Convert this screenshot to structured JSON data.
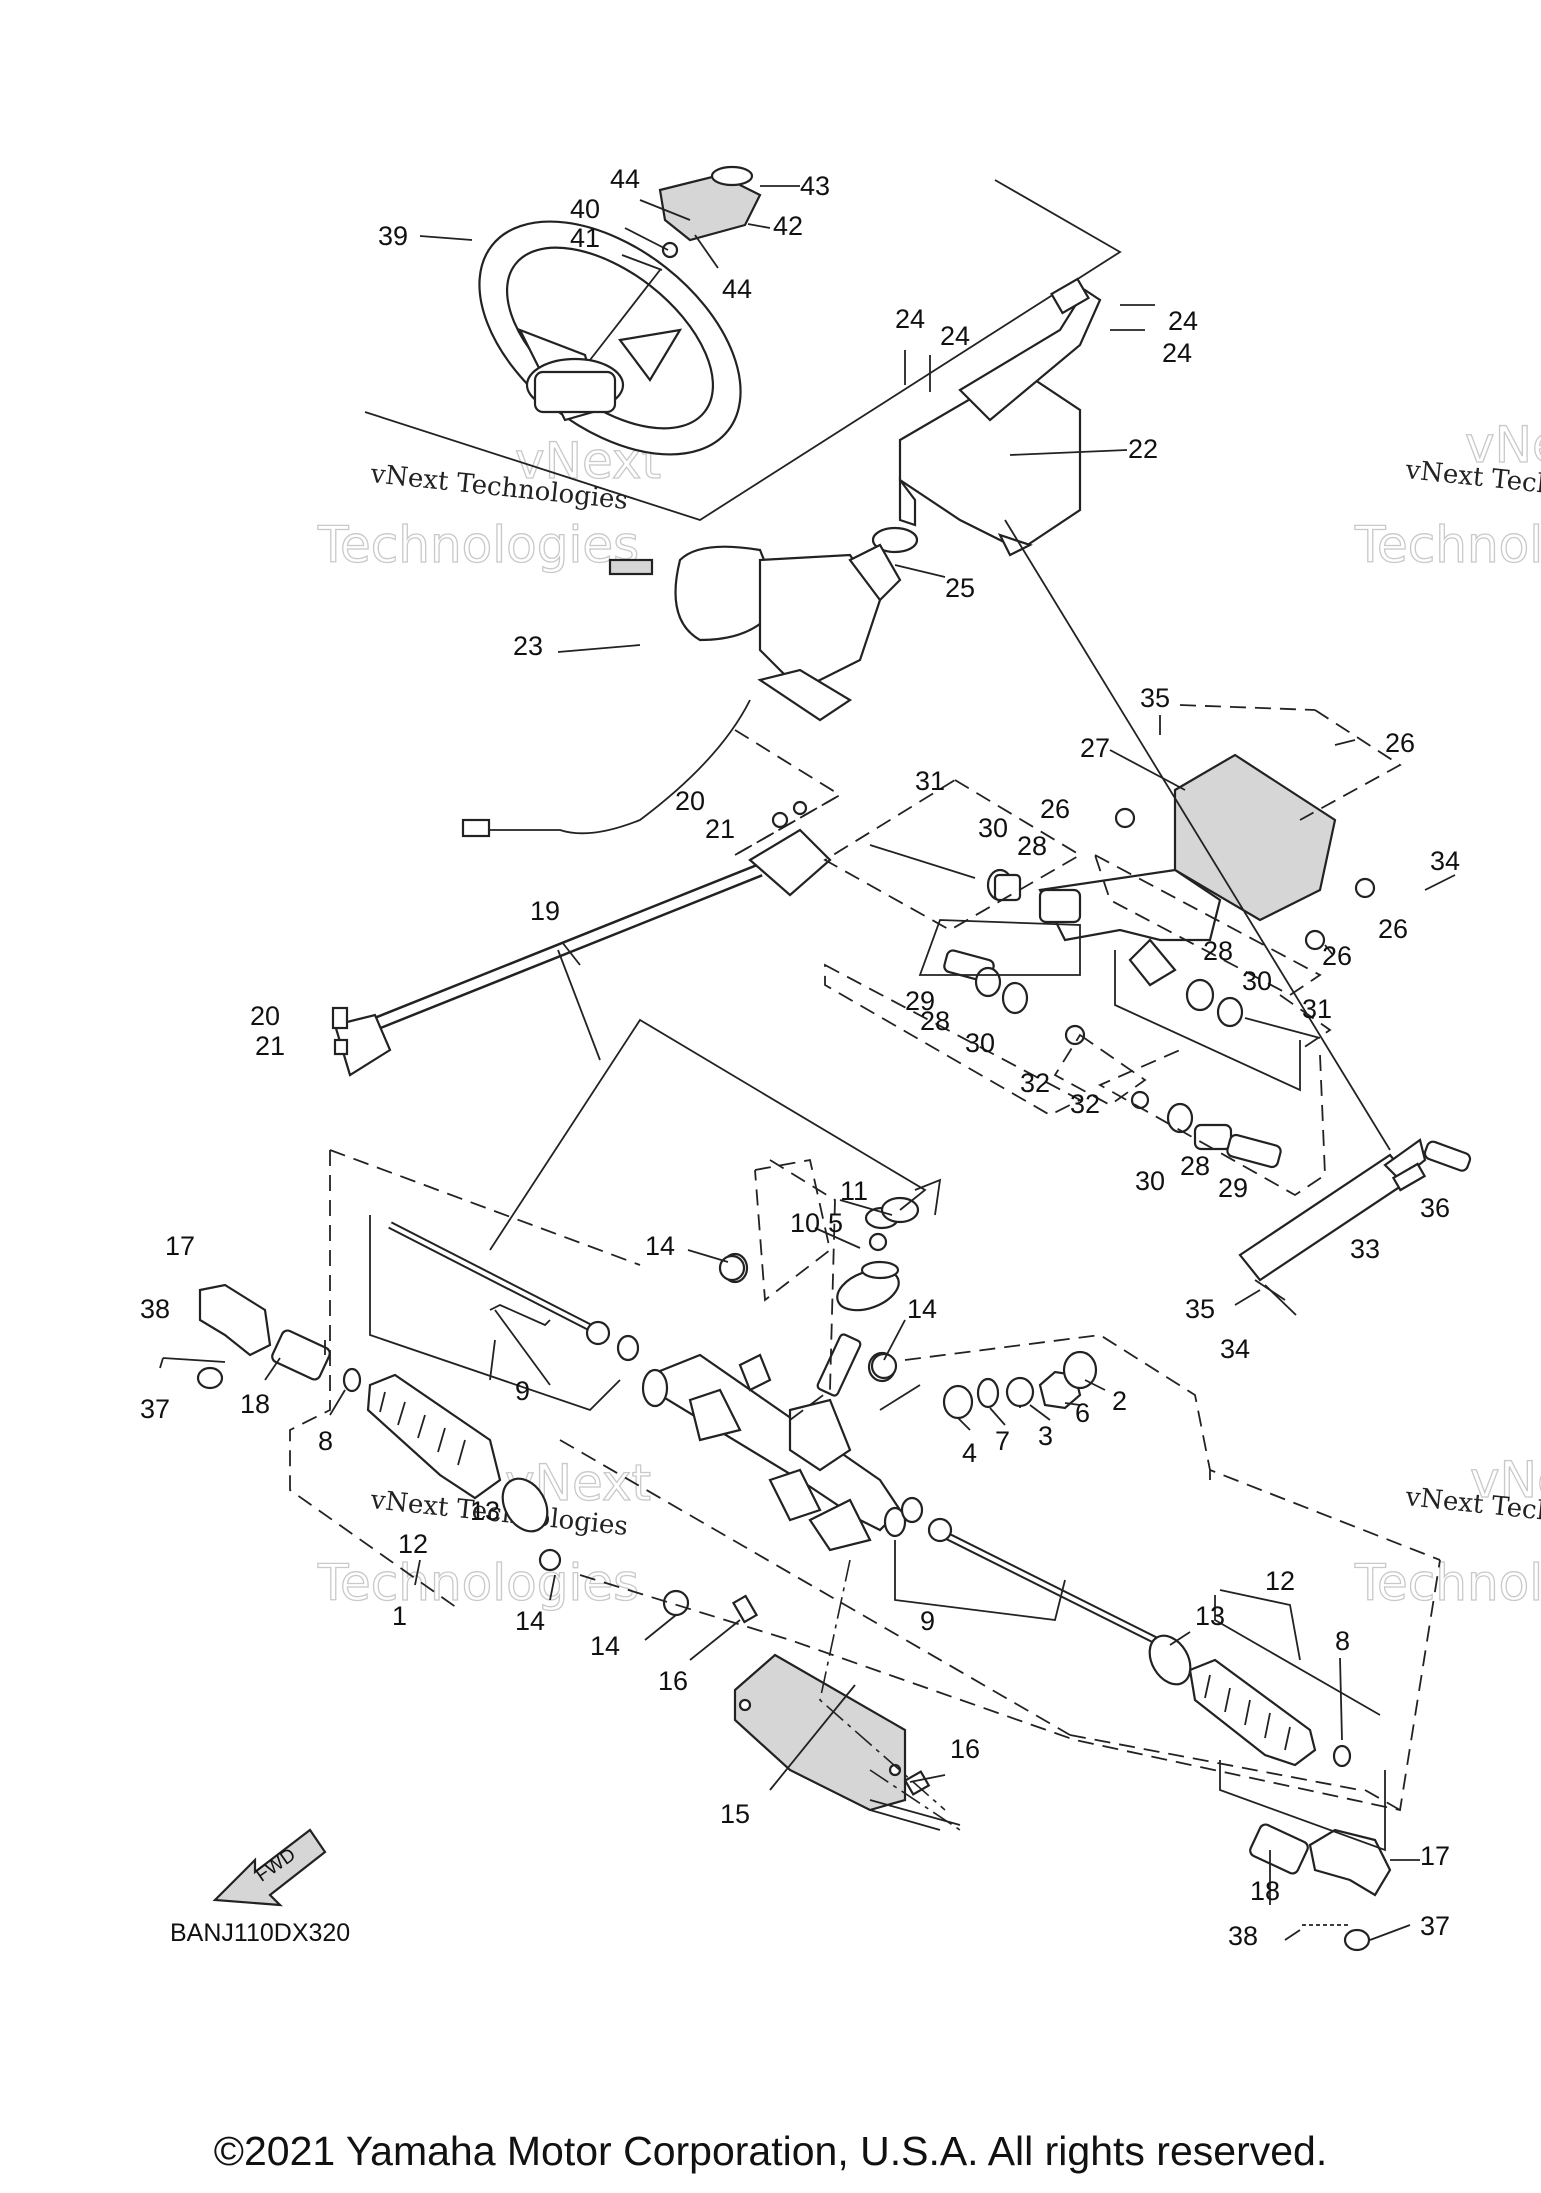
{
  "diagram_code": "BANJ110DX320",
  "fwd_label": "FWD",
  "copyright": "©2021 Yamaha Motor Corporation, U.S.A. All rights reserved.",
  "watermark": {
    "line1": "vNext",
    "line2": "Technologies",
    "caption": "vNext Technologies"
  },
  "callouts": [
    {
      "id": "c1",
      "label": "1"
    },
    {
      "id": "c2",
      "label": "2"
    },
    {
      "id": "c3",
      "label": "3"
    },
    {
      "id": "c4",
      "label": "4"
    },
    {
      "id": "c5",
      "label": "5"
    },
    {
      "id": "c6",
      "label": "6"
    },
    {
      "id": "c7",
      "label": "7"
    },
    {
      "id": "c8a",
      "label": "8"
    },
    {
      "id": "c8b",
      "label": "8"
    },
    {
      "id": "c9a",
      "label": "9"
    },
    {
      "id": "c9b",
      "label": "9"
    },
    {
      "id": "c10",
      "label": "10"
    },
    {
      "id": "c11",
      "label": "11"
    },
    {
      "id": "c12a",
      "label": "12"
    },
    {
      "id": "c12b",
      "label": "12"
    },
    {
      "id": "c13a",
      "label": "13"
    },
    {
      "id": "c13b",
      "label": "13"
    },
    {
      "id": "c14a",
      "label": "14"
    },
    {
      "id": "c14b",
      "label": "14"
    },
    {
      "id": "c14c",
      "label": "14"
    },
    {
      "id": "c14d",
      "label": "14"
    },
    {
      "id": "c15",
      "label": "15"
    },
    {
      "id": "c16a",
      "label": "16"
    },
    {
      "id": "c16b",
      "label": "16"
    },
    {
      "id": "c17a",
      "label": "17"
    },
    {
      "id": "c17b",
      "label": "17"
    },
    {
      "id": "c18a",
      "label": "18"
    },
    {
      "id": "c18b",
      "label": "18"
    },
    {
      "id": "c19",
      "label": "19"
    },
    {
      "id": "c20a",
      "label": "20"
    },
    {
      "id": "c20b",
      "label": "20"
    },
    {
      "id": "c21a",
      "label": "21"
    },
    {
      "id": "c21b",
      "label": "21"
    },
    {
      "id": "c22",
      "label": "22"
    },
    {
      "id": "c23",
      "label": "23"
    },
    {
      "id": "c24a",
      "label": "24"
    },
    {
      "id": "c24b",
      "label": "24"
    },
    {
      "id": "c24c",
      "label": "24"
    },
    {
      "id": "c24d",
      "label": "24"
    },
    {
      "id": "c25",
      "label": "25"
    },
    {
      "id": "c26a",
      "label": "26"
    },
    {
      "id": "c26b",
      "label": "26"
    },
    {
      "id": "c26c",
      "label": "26"
    },
    {
      "id": "c26d",
      "label": "26"
    },
    {
      "id": "c27",
      "label": "27"
    },
    {
      "id": "c28a",
      "label": "28"
    },
    {
      "id": "c28b",
      "label": "28"
    },
    {
      "id": "c28c",
      "label": "28"
    },
    {
      "id": "c28d",
      "label": "28"
    },
    {
      "id": "c29a",
      "label": "29"
    },
    {
      "id": "c29b",
      "label": "29"
    },
    {
      "id": "c30a",
      "label": "30"
    },
    {
      "id": "c30b",
      "label": "30"
    },
    {
      "id": "c30c",
      "label": "30"
    },
    {
      "id": "c30d",
      "label": "30"
    },
    {
      "id": "c31a",
      "label": "31"
    },
    {
      "id": "c31b",
      "label": "31"
    },
    {
      "id": "c32a",
      "label": "32"
    },
    {
      "id": "c32b",
      "label": "32"
    },
    {
      "id": "c33",
      "label": "33"
    },
    {
      "id": "c34a",
      "label": "34"
    },
    {
      "id": "c34b",
      "label": "34"
    },
    {
      "id": "c35a",
      "label": "35"
    },
    {
      "id": "c35b",
      "label": "35"
    },
    {
      "id": "c36",
      "label": "36"
    },
    {
      "id": "c37a",
      "label": "37"
    },
    {
      "id": "c37b",
      "label": "37"
    },
    {
      "id": "c38a",
      "label": "38"
    },
    {
      "id": "c38b",
      "label": "38"
    },
    {
      "id": "c39",
      "label": "39"
    },
    {
      "id": "c40",
      "label": "40"
    },
    {
      "id": "c41",
      "label": "41"
    },
    {
      "id": "c42",
      "label": "42"
    },
    {
      "id": "c43",
      "label": "43"
    },
    {
      "id": "c44a",
      "label": "44"
    },
    {
      "id": "c44b",
      "label": "44"
    }
  ]
}
